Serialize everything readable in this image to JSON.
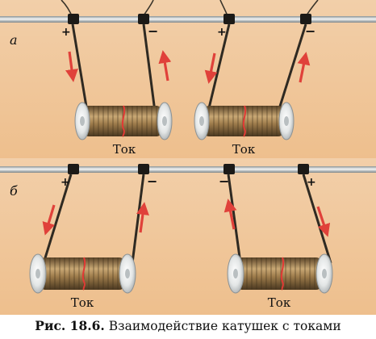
{
  "figure": {
    "caption_number": "Рис. 18.6.",
    "caption_text": "Взаимодействие катушек с токами"
  },
  "panels": [
    {
      "id": "a",
      "letter": "а",
      "coils": [
        {
          "coil_label": "Ток",
          "terminals": [
            "+",
            "−"
          ]
        },
        {
          "coil_label": "Ток",
          "terminals": [
            "+",
            "−"
          ]
        }
      ]
    },
    {
      "id": "b",
      "letter": "б",
      "coils": [
        {
          "coil_label": "Ток",
          "terminals": [
            "+",
            "−"
          ]
        },
        {
          "coil_label": "Ток",
          "terminals": [
            "−",
            "+"
          ]
        }
      ]
    }
  ],
  "colors": {
    "background": "#f0c89e",
    "rod": "#c9cfd1",
    "wire": "#2f2a22",
    "arrow": "#e0413a",
    "coil_winding": "#8a6a3e",
    "spool_end": "#eef0f0"
  }
}
